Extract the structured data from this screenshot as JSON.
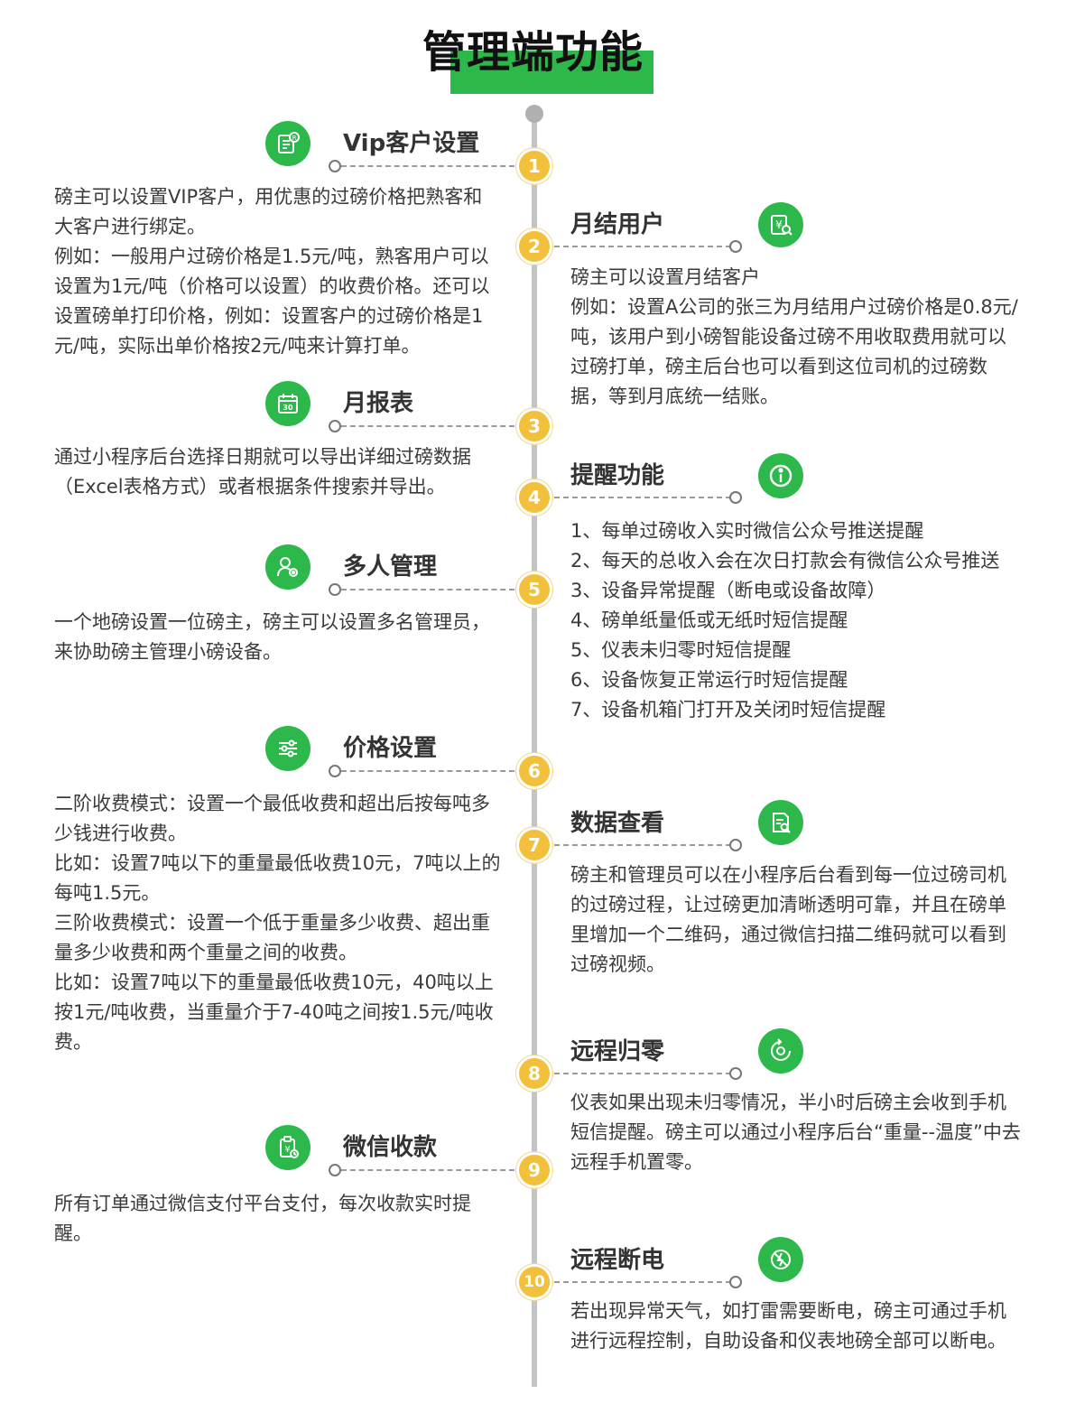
{
  "title": "管理端功能",
  "colors": {
    "accent": "#2db84b",
    "badge": "#f2c03a",
    "line": "#c4c4c4"
  },
  "items": [
    {
      "num": "1",
      "title": "Vip客户设置",
      "icon": "vip-document-icon",
      "lines": [
        "磅主可以设置VIP客户，用优惠的过磅价格把熟客和大客户进行绑定。",
        "例如：一般用户过磅价格是1.5元/吨，熟客用户可以设置为1元/吨（价格可以设置）的收费价格。还可以设置磅单打印价格，例如：设置客户的过磅价格是1元/吨，实际出单价格按2元/吨来计算打单。"
      ]
    },
    {
      "num": "2",
      "title": "月结用户",
      "icon": "yuan-search-icon",
      "lines": [
        "磅主可以设置月结客户",
        "例如：设置A公司的张三为月结用户过磅价格是0.8元/吨，该用户到小磅智能设备过磅不用收取费用就可以过磅打单，磅主后台也可以看到这位司机的过磅数据，等到月底统一结账。"
      ]
    },
    {
      "num": "3",
      "title": "月报表",
      "icon": "calendar-icon",
      "icon_text": "30",
      "lines": [
        "通过小程序后台选择日期就可以导出详细过磅数据（Excel表格方式）或者根据条件搜索并导出。"
      ]
    },
    {
      "num": "4",
      "title": "提醒功能",
      "icon": "info-icon",
      "lines": [
        "1、每单过磅收入实时微信公众号推送提醒",
        "2、每天的总收入会在次日打款会有微信公众号推送",
        "3、设备异常提醒（断电或设备故障）",
        "4、磅单纸量低或无纸时短信提醒",
        "5、仪表未归零时短信提醒",
        "6、设备恢复正常运行时短信提醒",
        "7、设备机箱门打开及关闭时短信提醒"
      ]
    },
    {
      "num": "5",
      "title": "多人管理",
      "icon": "user-gear-icon",
      "lines": [
        "一个地磅设置一位磅主，磅主可以设置多名管理员，来协助磅主管理小磅设备。"
      ]
    },
    {
      "num": "6",
      "title": "价格设置",
      "icon": "sliders-icon",
      "lines": [
        "二阶收费模式：设置一个最低收费和超出后按每吨多少钱进行收费。",
        "比如：设置7吨以下的重量最低收费10元，7吨以上的每吨1.5元。",
        "三阶收费模式：设置一个低于重量多少收费、超出重量多少收费和两个重量之间的收费。",
        "比如：设置7吨以下的重量最低收费10元，40吨以上按1元/吨收费，当重量介于7-40吨之间按1.5元/吨收费。"
      ]
    },
    {
      "num": "7",
      "title": "数据查看",
      "icon": "document-search-icon",
      "lines": [
        "磅主和管理员可以在小程序后台看到每一位过磅司机的过磅过程，让过磅更加清晰透明可靠，并且在磅单里增加一个二维码，通过微信扫描二维码就可以看到过磅视频。"
      ]
    },
    {
      "num": "8",
      "title": "远程归零",
      "icon": "reset-circle-icon",
      "lines": [
        "仪表如果出现未归零情况，半小时后磅主会收到手机短信提醒。磅主可以通过小程序后台“重量--温度”中去远程手机置零。"
      ]
    },
    {
      "num": "9",
      "title": "微信收款",
      "icon": "payment-clipboard-icon",
      "lines": [
        "所有订单通过微信支付平台支付，每次收款实时提醒。"
      ]
    },
    {
      "num": "10",
      "title": "远程断电",
      "icon": "power-off-icon",
      "lines": [
        "若出现异常天气，如打雷需要断电，磅主可通过手机进行远程控制，自助设备和仪表地磅全部可以断电。"
      ]
    }
  ]
}
